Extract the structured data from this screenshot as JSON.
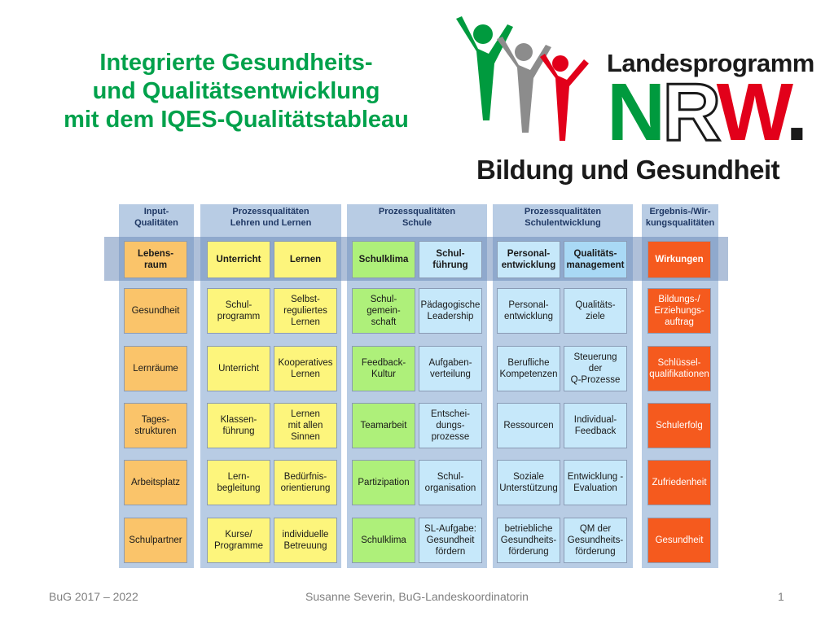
{
  "title": {
    "line1": "Integrierte Gesundheits-",
    "line2": "und Qualitätsentwicklung",
    "line3": "mit dem IQES-Qualitätstableau"
  },
  "logo": {
    "line1": "Landesprogramm",
    "n": "N",
    "r": "R",
    "w": "W",
    "dot": ".",
    "line3": "Bildung und Gesundheit",
    "colors": {
      "green": "#009a3e",
      "grey": "#8c8c8c",
      "red": "#e2001a"
    }
  },
  "tableau": {
    "headers": [
      {
        "l1": "Input-",
        "l2": "Qualitäten"
      },
      {
        "l1": "Prozessqualitäten",
        "l2": "Lehren und Lernen"
      },
      {
        "l1": "Prozessqualitäten",
        "l2": "Schule"
      },
      {
        "l1": "Prozessqualitäten",
        "l2": "Schulentwicklung"
      },
      {
        "l1": "Ergebnis-/Wir-",
        "l2": "kungsqualitäten"
      }
    ],
    "highlight": [
      "Lebens-\nraum",
      "Unterricht",
      "Lernen",
      "Schulklima",
      "Schul-\nführung",
      "Personal-\nentwicklung",
      "Qualitäts-\nmanagement",
      "Wirkungen"
    ],
    "rows": [
      [
        "Gesundheit",
        "Schul-\nprogramm",
        "Selbst-\nreguliertes\nLernen",
        "Schul-\ngemein-\nschaft",
        "Pädagogische\nLeadership",
        "Personal-\nentwicklung",
        "Qualitäts-\nziele",
        "Bildungs-/\nErziehungs-\nauftrag"
      ],
      [
        "Lernräume",
        "Unterricht",
        "Kooperatives\nLernen",
        "Feedback-\nKultur",
        "Aufgaben-\nverteilung",
        "Berufliche\nKompetenzen",
        "Steuerung\nder\nQ-Prozesse",
        "Schlüssel-\nqualifikationen"
      ],
      [
        "Tages-\nstrukturen",
        "Klassen-\nführung",
        "Lernen\nmit allen\nSinnen",
        "Teamarbeit",
        "Entschei-\ndungs-\nprozesse",
        "Ressourcen",
        "Individual-\nFeedback",
        "Schulerfolg"
      ],
      [
        "Arbeitsplatz",
        "Lern-\nbegleitung",
        "Bedürfnis-\norientierung",
        "Partizipation",
        "Schul-\norganisation",
        "Soziale\nUnterstützung",
        "Entwicklung -\nEvaluation",
        "Zufriedenheit"
      ],
      [
        "Schulpartner",
        "Kurse/\nProgramme",
        "individuelle\nBetreuung",
        "Schulklima",
        "SL-Aufgabe:\nGesundheit\nfördern",
        "betriebliche\nGesundheits-\nförderung",
        "QM der\nGesundheits-\nförderung",
        "Gesundheit"
      ]
    ],
    "colors": {
      "orange": "#fac46a",
      "yellow": "#fdf57c",
      "green": "#aef07a",
      "blue": "#c6e8fa",
      "red": "#f55a1e",
      "column_bg": "#b8cce4"
    }
  },
  "footer": {
    "left": "BuG 2017 – 2022",
    "center": "Susanne Severin, BuG-Landeskoordinatorin",
    "page": "1"
  }
}
